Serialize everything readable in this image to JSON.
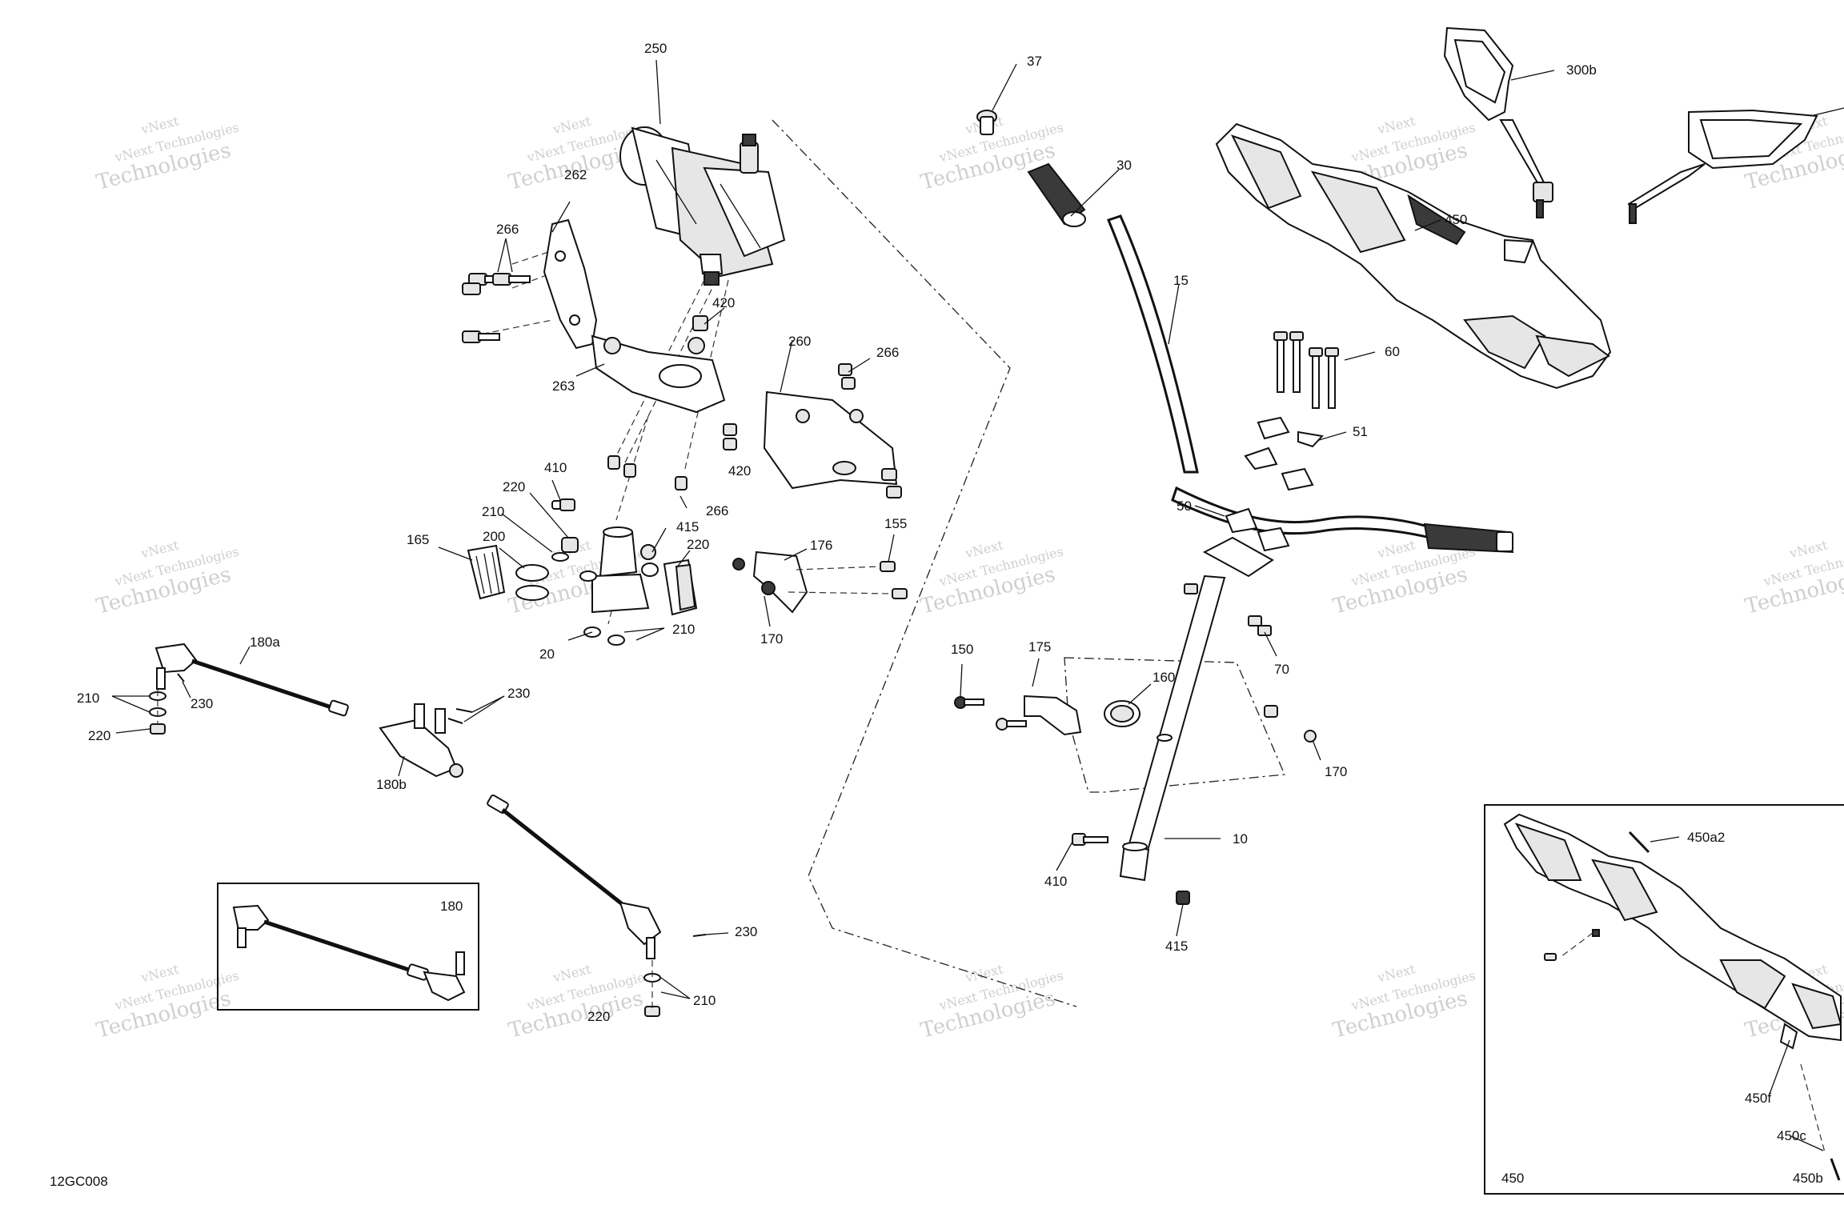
{
  "diagram_code": "12GC008",
  "watermark": {
    "line1": "vNext",
    "line2": "vNext Technologies",
    "line3": "Technologies"
  },
  "inset_labels": {
    "steering_bar": "180",
    "headlight_kit": "450"
  },
  "callouts": {
    "p250": "250",
    "p262": "262",
    "p266a": "266",
    "p263": "263",
    "p420a": "420",
    "p260": "260",
    "p266b": "266",
    "p420b": "420",
    "p410a": "410",
    "p266c": "266",
    "p220a": "220",
    "p210a": "210",
    "p165": "165",
    "p200": "200",
    "p415a": "415",
    "p220b": "220",
    "p176": "176",
    "p155": "155",
    "p170a": "170",
    "p210b": "210",
    "p20": "20",
    "p180a": "180a",
    "p210c": "210",
    "p230a": "230",
    "p220c": "220",
    "p230b": "230",
    "p180b": "180b",
    "p230c": "230",
    "p210d": "210",
    "p220d": "220",
    "p37": "37",
    "p30": "30",
    "p15": "15",
    "p300b": "300b",
    "p450": "450",
    "p60": "60",
    "p51": "51",
    "p50": "50",
    "p70": "70",
    "p150": "150",
    "p175": "175",
    "p160": "160",
    "p170b": "170",
    "p10": "10",
    "p410b": "410",
    "p415b": "415",
    "p450a2": "450a2",
    "p450f": "450f",
    "p450c": "450c",
    "p450b": "450b"
  }
}
